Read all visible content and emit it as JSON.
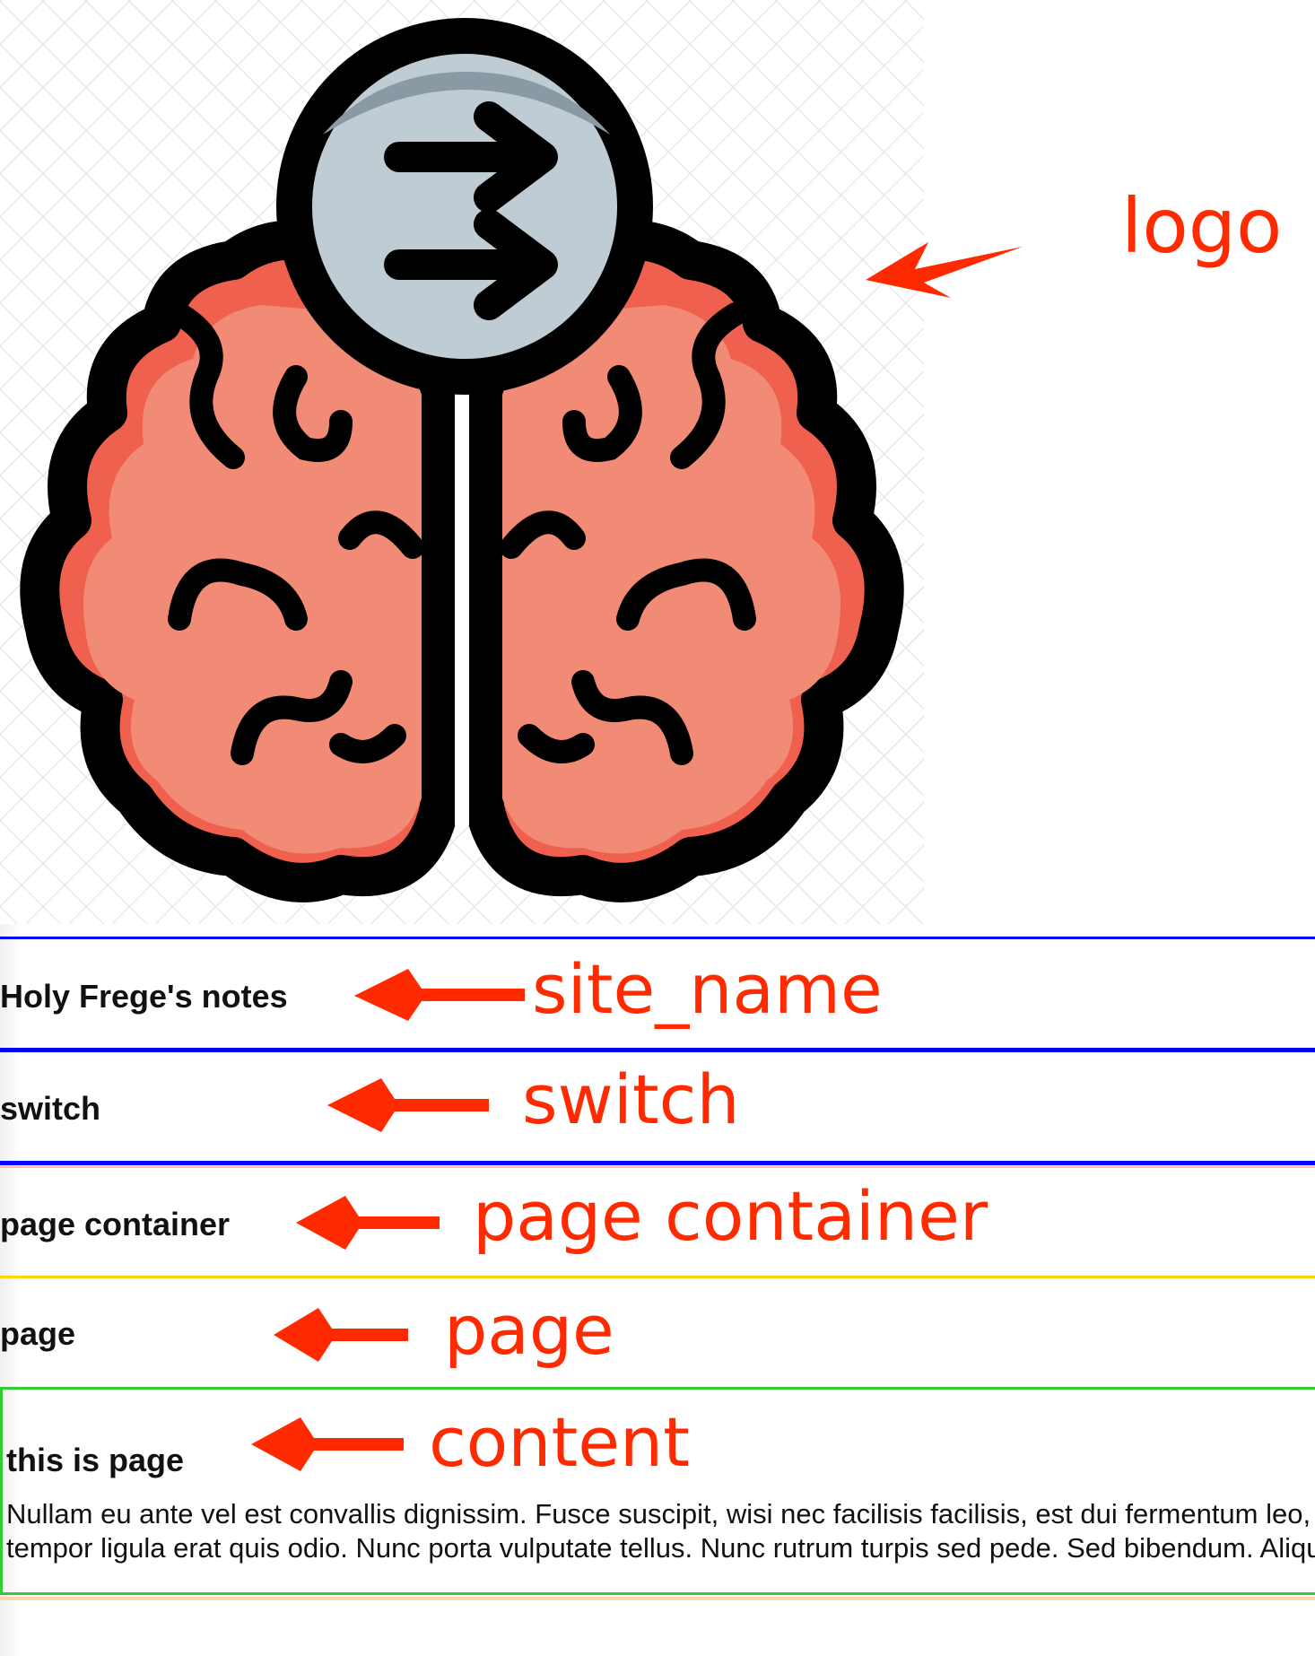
{
  "annotations": {
    "logo": "logo",
    "site_name": "site_name",
    "switch": "switch",
    "page_container": "page container",
    "page": "page",
    "content": "content"
  },
  "layout_blocks": {
    "site_name": "Holy Frege's notes",
    "switch": "switch",
    "page_container": "page container",
    "page": "page"
  },
  "content": {
    "heading": "this is page",
    "body": "Nullam eu ante vel est convallis dignissim. Fusce suscipit, wisi nec facilisis facilisis, est dui fermentum leo, quis tempor ligula erat quis odio. Nunc porta vulputate tellus. Nunc rutrum turpis sed pede. Sed bibendum. Aliquam posuere. Nunc aliquet, augue nec adipiscing interdum, lacus tellus malesuada massa, quis varius mi purus non odio. Pellentesque"
  },
  "colors": {
    "annotation": "#ff2a00",
    "site_border": "#0000ff",
    "container_border": "#ffd400",
    "content_border": "#33cc33",
    "brain_fill": "#f28b75",
    "brain_dark": "#f0604e",
    "lens_fill": "#c0ccd3"
  },
  "icons": {
    "logo": "brain-forward-icon"
  }
}
